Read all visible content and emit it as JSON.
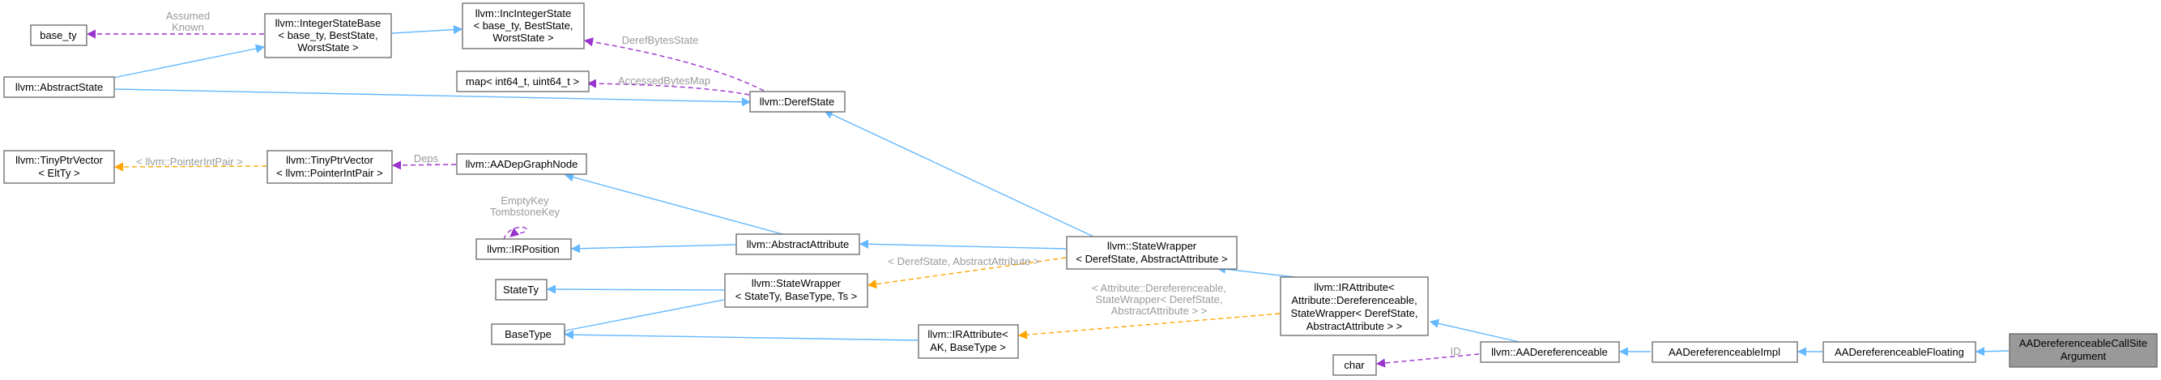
{
  "diagram": {
    "nodes": {
      "base_ty": [
        "base_ty"
      ],
      "IntegerStateBase": [
        "llvm::IntegerStateBase",
        "< base_ty, BestState,",
        "WorstState >"
      ],
      "IncIntegerState": [
        "llvm::IncIntegerState",
        "< base_ty, BestState,",
        "WorstState >"
      ],
      "AbstractState": [
        "llvm::AbstractState"
      ],
      "map": [
        "map< int64_t, uint64_t >"
      ],
      "DerefState": [
        "llvm::DerefState"
      ],
      "TinyPtrVectorElt": [
        "llvm::TinyPtrVector",
        "< EltTy >"
      ],
      "TinyPtrVectorPIP": [
        "llvm::TinyPtrVector",
        "< llvm::PointerIntPair >"
      ],
      "AADepGraphNode": [
        "llvm::AADepGraphNode"
      ],
      "IRPosition": [
        "llvm::IRPosition"
      ],
      "AbstractAttribute": [
        "llvm::AbstractAttribute"
      ],
      "StateWrapperDeref": [
        "llvm::StateWrapper",
        "< DerefState, AbstractAttribute >"
      ],
      "StateTy": [
        "StateTy"
      ],
      "StateWrapperGeneric": [
        "llvm::StateWrapper",
        "< StateTy, BaseType, Ts >"
      ],
      "BaseType": [
        "BaseType"
      ],
      "IRAttributeGeneric": [
        "llvm::IRAttribute<",
        "AK, BaseType >"
      ],
      "IRAttributeDeref": [
        "llvm::IRAttribute<",
        "Attribute::Dereferenceable,",
        "StateWrapper< DerefState,",
        "AbstractAttribute > >"
      ],
      "char": [
        "char"
      ],
      "AADereferenceable": [
        "llvm::AADereferenceable"
      ],
      "AADereferenceableImpl": [
        "AADereferenceableImpl"
      ],
      "AADereferenceableFloating": [
        "AADereferenceableFloating"
      ],
      "AADereferenceableCallSiteArgument": [
        "AADereferenceableCallSite",
        "Argument"
      ]
    },
    "edge_labels": {
      "assumed_known": [
        "Assumed",
        "Known"
      ],
      "deref_bytes_state": [
        "DerefBytesState"
      ],
      "accessed_bytes_map": [
        "AccessedBytesMap"
      ],
      "pointer_int_pair": [
        "< llvm::PointerIntPair >"
      ],
      "deps": [
        "Deps"
      ],
      "empty_tombstone": [
        "EmptyKey",
        "TombstoneKey"
      ],
      "deref_abstract": [
        "< DerefState, AbstractAttribute >"
      ],
      "attribute_deref": [
        "< Attribute::Dereferenceable,",
        "StateWrapper< DerefState,",
        "AbstractAttribute > >"
      ],
      "id": [
        "ID"
      ]
    },
    "colors": {
      "inheritance": "#63b8ff",
      "usage": "#9a32cd",
      "template": "#ffa500",
      "highlight_fill": "#999999",
      "label_text": "#9a9a9a"
    }
  }
}
